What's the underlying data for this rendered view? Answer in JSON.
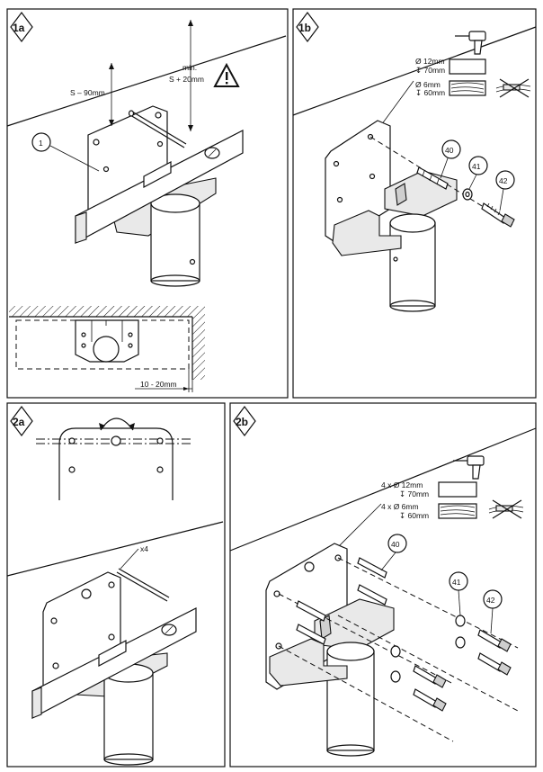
{
  "panels": {
    "p1a": {
      "label": "1a",
      "callout": "1",
      "dim_s90": "S – 90mm",
      "dim_min": "min.",
      "dim_s20": "S + 20mm",
      "dim_gap": "10 - 20mm"
    },
    "p1b": {
      "label": "1b",
      "drill_concrete_dia": "Ø 12mm",
      "drill_concrete_depth": "↧ 70mm",
      "drill_wood_dia": "Ø 6mm",
      "drill_wood_depth": "↧ 60mm",
      "part_anchor": "40",
      "part_washer": "41",
      "part_screw": "42"
    },
    "p2a": {
      "label": "2a",
      "count": "x4"
    },
    "p2b": {
      "label": "2b",
      "drill_concrete_dia": "4 x Ø 12mm",
      "drill_concrete_depth": "↧ 70mm",
      "drill_wood_dia": "4 x Ø 6mm",
      "drill_wood_depth": "↧ 60mm",
      "part_anchor": "40",
      "part_washer": "41",
      "part_screw": "42"
    }
  },
  "icons": [
    "warning-triangle-icon",
    "drill-icon",
    "concrete-swatch-icon",
    "wood-swatch-icon",
    "no-anchor-in-wood-icon"
  ]
}
